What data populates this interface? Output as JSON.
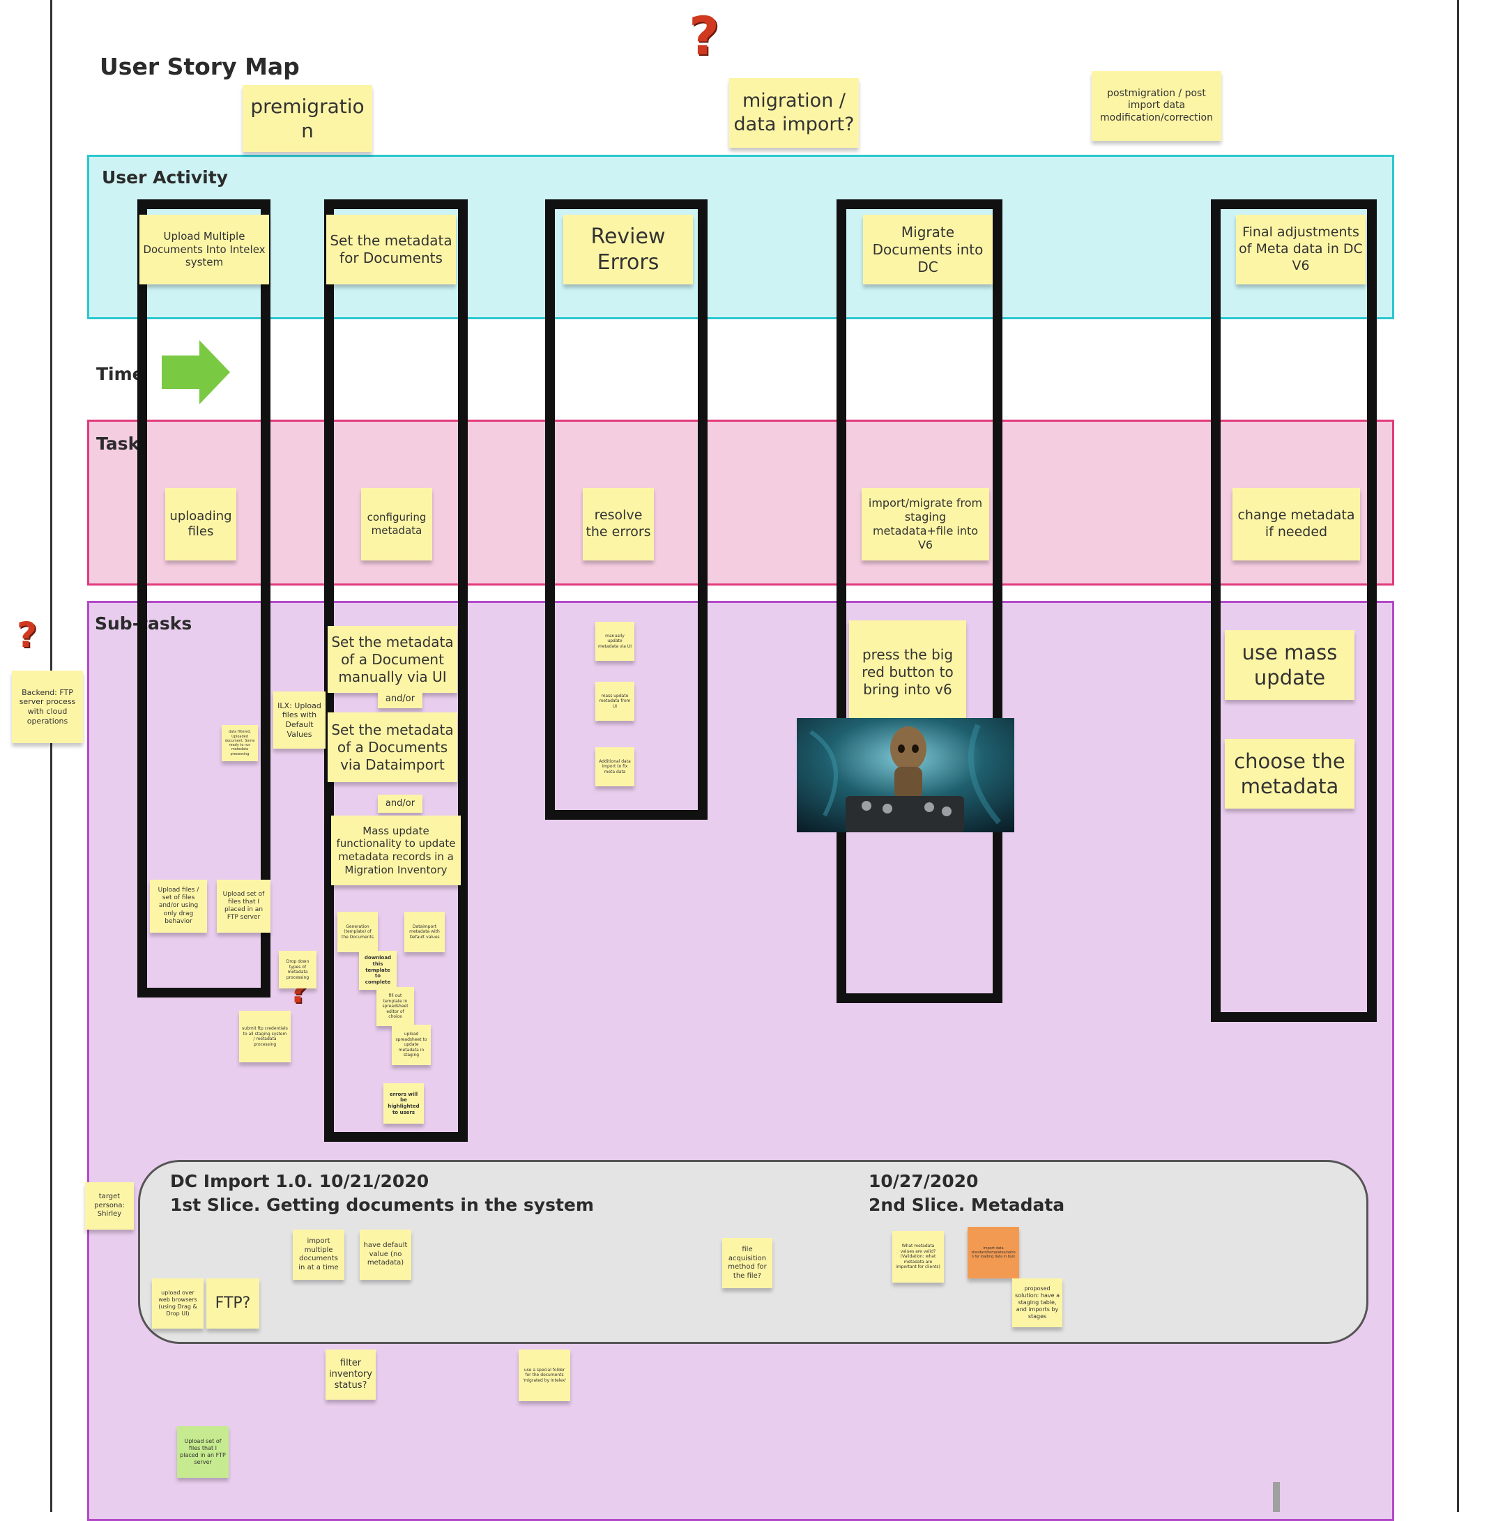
{
  "title": "User Story Map",
  "bands": {
    "activity": "User Activity",
    "time": "Time",
    "task": "Task",
    "subtasks": "Sub-tasks"
  },
  "phases": {
    "premigration": "premigration",
    "migration": "migration / data import?",
    "postmigration": "postmigration / post import data modification/correction"
  },
  "question_mark": "?",
  "activities": [
    "Upload Multiple Documents Into Intelex system",
    "Set the metadata for Documents",
    "Review Errors",
    "Migrate Documents into DC",
    "Final adjustments of Meta data in DC V6"
  ],
  "tasks": [
    "uploading files",
    "configuring metadata",
    "resolve the errors",
    "import/migrate from staging metadata+file into V6",
    "change metadata if needed"
  ],
  "subtasks": {
    "backend": "Backend: FTP server process with cloud operations",
    "col1_small": "data filtered. Uploaded document. Some ready to run metadata processing",
    "ilx_upload": "ILX: Upload files with Default Values",
    "upload_files_set": "Upload files / set of files and/or using only drag behavior",
    "upload_set_ftp": "Upload set of files that I placed in an FTP server",
    "set_meta_manual": "Set the metadata of a Document manually via UI",
    "andor1": "and/or",
    "set_meta_dataimport": "Set the metadata of a Documents via Dataimport",
    "andor2": "and/or",
    "mass_update": "Mass update functionality to update metadata records in a Migration Inventory",
    "generation": "Generation (template) of the Documents",
    "dataimport_default": "Dataimport metadata with Default values",
    "download_template": "download this template to complete",
    "fill_template": "fill out template in spreadsheet editor of choice",
    "upload_spreadsheet": "upload spreadsheet to update metadata in staging",
    "errors_highlighted": "errors will be highlighted to users",
    "dropdown_types": "Drop down types of metadata processing",
    "submit_ftp": "submit ftp credentials to all staging system / metadata processing",
    "manually_update": "manually update metadata via UI",
    "mass_update_ui": "mass update metadata from UI",
    "additional_import": "Additional data import to fix meta data",
    "big_red_button": "press the big red button to bring into v6",
    "use_mass_update": "use mass update",
    "choose_metadata": "choose the metadata"
  },
  "release": {
    "slice1_line1": "DC Import 1.0.   10/21/2020",
    "slice1_line2": "1st Slice. Getting documents in the system",
    "slice2_line1": "10/27/2020",
    "slice2_line2": "2nd Slice. Metadata",
    "target_persona": "target persona: Shirley",
    "import_multiple": "import multiple documents in at a time",
    "default_value": "have default value (no metadata)",
    "upload_web": "upload over web browsers (using Drag & Drop UI)",
    "ftp": "FTP?",
    "file_acquisition": "file acquisition method for the file?",
    "what_metadata": "What metadata values are valid? (Validation: what metadata are important for clients)",
    "orange_note": "import data standard/templates/option for loading data in bulk",
    "proposed": "proposed solution: have a staging table, and imports by stages",
    "filter_inventory": "filter inventory status?",
    "special_folder": "use a special folder for the documents 'migrated by Intelex'",
    "upload_set_green": "Upload set of files that I placed in an FTP server"
  },
  "colors": {
    "activity_band": "#cdf3f5",
    "activity_border": "#2bc7cf",
    "task_band": "#f5cde1",
    "task_border": "#e23a7d",
    "subtask_band": "#e9cdee",
    "subtask_border": "#b34ac9",
    "sticky": "#fdf5a6",
    "arrow": "#7ac943"
  }
}
